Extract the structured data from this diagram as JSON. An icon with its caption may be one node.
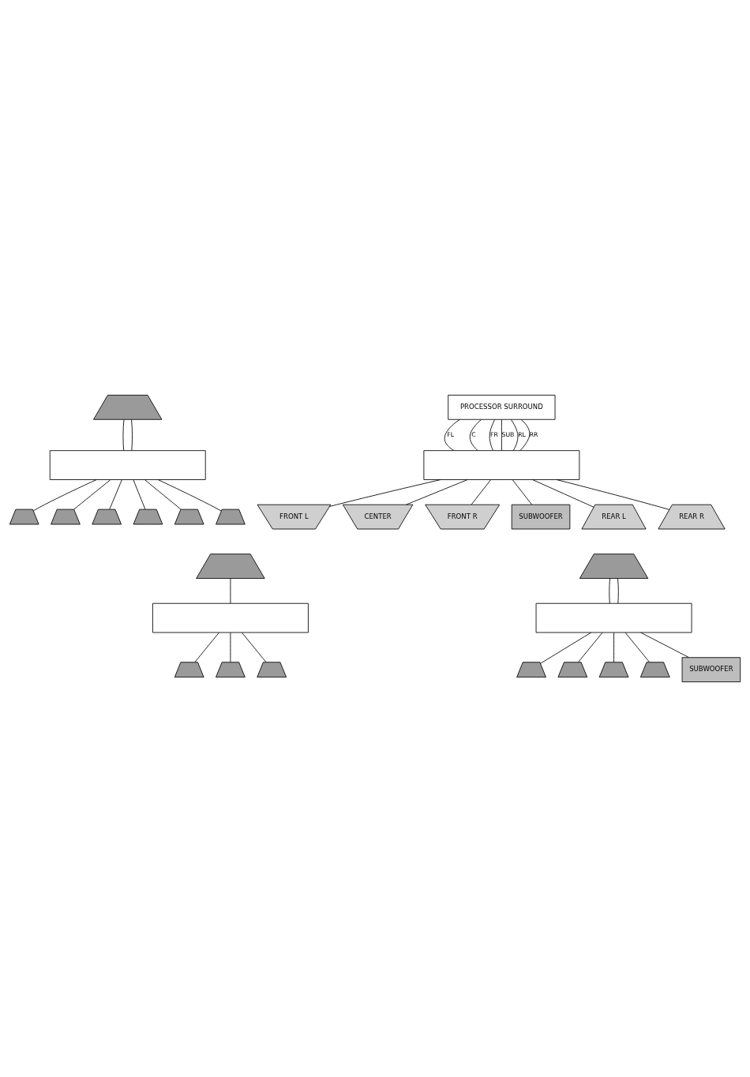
{
  "diagram": {
    "nodes": [
      {
        "text": [],
        "shape": "mixer"
      },
      {
        "text": [],
        "shape": "amplifier"
      },
      {
        "text": [],
        "shape": "speaker"
      },
      {
        "text": [],
        "shape": "speaker"
      },
      {
        "text": [],
        "shape": "speaker"
      },
      {
        "text": [],
        "shape": "speaker"
      },
      {
        "text": [],
        "shape": "speaker"
      },
      {
        "text": [],
        "shape": "speaker"
      },
      {
        "text": [
          "PROCESSOR SURROUND"
        ]
      },
      {
        "text": [],
        "shape": "amplifier"
      },
      {
        "text": [
          "FRONT L"
        ]
      },
      {
        "text": [
          "CENTER"
        ]
      },
      {
        "text": [
          "FRONT R"
        ]
      },
      {
        "text": [
          "SUBWOOFER"
        ]
      },
      {
        "text": [
          "REAR L"
        ]
      },
      {
        "text": [
          "REAR R"
        ]
      },
      {
        "text": [],
        "shape": "mixer"
      },
      {
        "text": [],
        "shape": "amplifier"
      },
      {
        "text": [],
        "shape": "speaker"
      },
      {
        "text": [],
        "shape": "speaker"
      },
      {
        "text": [],
        "shape": "speaker"
      },
      {
        "text": [],
        "shape": "mixer"
      },
      {
        "text": [],
        "shape": "amplifier"
      },
      {
        "text": [],
        "shape": "speaker"
      },
      {
        "text": [],
        "shape": "speaker"
      },
      {
        "text": [],
        "shape": "speaker"
      },
      {
        "text": [],
        "shape": "speaker"
      },
      {
        "text": [
          "SUBWOOFER"
        ]
      }
    ],
    "edges": [
      {
        "from": 0,
        "to": 1,
        "arrow": "none"
      },
      {
        "from": 0,
        "to": 1,
        "arrow": "none"
      },
      {
        "from": 1,
        "to": 2,
        "arrow": "none"
      },
      {
        "from": 1,
        "to": 3,
        "arrow": "none"
      },
      {
        "from": 1,
        "to": 4,
        "arrow": "none"
      },
      {
        "from": 1,
        "to": 5,
        "arrow": "none"
      },
      {
        "from": 1,
        "to": 6,
        "arrow": "none"
      },
      {
        "from": 1,
        "to": 7,
        "arrow": "none"
      },
      {
        "from": 8,
        "to": 9,
        "arrow": "none",
        "label": "FL"
      },
      {
        "from": 8,
        "to": 9,
        "arrow": "none",
        "label": "C"
      },
      {
        "from": 8,
        "to": 9,
        "arrow": "none",
        "label": "FR"
      },
      {
        "from": 8,
        "to": 9,
        "arrow": "none",
        "label": "SUB"
      },
      {
        "from": 8,
        "to": 9,
        "arrow": "none",
        "label": "RL"
      },
      {
        "from": 8,
        "to": 9,
        "arrow": "none",
        "label": "RR"
      },
      {
        "from": 9,
        "to": 10,
        "arrow": "none"
      },
      {
        "from": 9,
        "to": 11,
        "arrow": "none"
      },
      {
        "from": 9,
        "to": 12,
        "arrow": "none"
      },
      {
        "from": 9,
        "to": 13,
        "arrow": "none"
      },
      {
        "from": 9,
        "to": 15,
        "arrow": "none"
      },
      {
        "from": 9,
        "to": 14,
        "arrow": "none"
      },
      {
        "from": 16,
        "to": 17,
        "arrow": "none"
      },
      {
        "from": 17,
        "to": 18,
        "arrow": "none"
      },
      {
        "from": 17,
        "to": 19,
        "arrow": "none"
      },
      {
        "from": 17,
        "to": 20,
        "arrow": "none"
      },
      {
        "from": 21,
        "to": 22,
        "arrow": "none"
      },
      {
        "from": 21,
        "to": 22,
        "arrow": "none"
      },
      {
        "from": 22,
        "to": 23,
        "arrow": "none"
      },
      {
        "from": 22,
        "to": 24,
        "arrow": "none"
      },
      {
        "from": 22,
        "to": 25,
        "arrow": "none"
      },
      {
        "from": 22,
        "to": 26,
        "arrow": "none"
      },
      {
        "from": 22,
        "to": 27,
        "arrow": "none"
      }
    ]
  }
}
